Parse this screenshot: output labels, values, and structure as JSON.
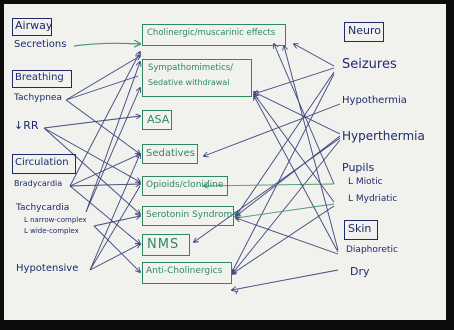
{
  "left": {
    "airway": {
      "title": "Airway",
      "items": [
        "Secretions"
      ]
    },
    "breathing": {
      "title": "Breathing",
      "items": [
        "Tachypnea",
        "↓RR"
      ]
    },
    "circulation": {
      "title": "Circulation",
      "items": [
        "Bradycardia",
        "Tachycardia",
        "L narrow-complex",
        "L wide-complex",
        "Hypotensive"
      ]
    }
  },
  "center": [
    "Cholinergic/muscarinic effects",
    "Sympathomimetics/",
    "Sedative withdrawal",
    "ASA",
    "Sedatives",
    "Opioids/clonidine",
    "Serotonin Syndrome",
    "NMS",
    "Anti-Cholinergics"
  ],
  "right": {
    "neuro": {
      "title": "Neuro",
      "items": [
        "Seizures",
        "Hypothermia",
        "Hyperthermia",
        "Pupils",
        "L Miotic",
        "L Mydriatic"
      ]
    },
    "skin": {
      "title": "Skin",
      "items": [
        "Diaphoretic",
        "Dry"
      ]
    }
  },
  "colors": {
    "navy": "#1f2a6b",
    "green": "#2f8a63",
    "board": "#f1f1ee"
  }
}
